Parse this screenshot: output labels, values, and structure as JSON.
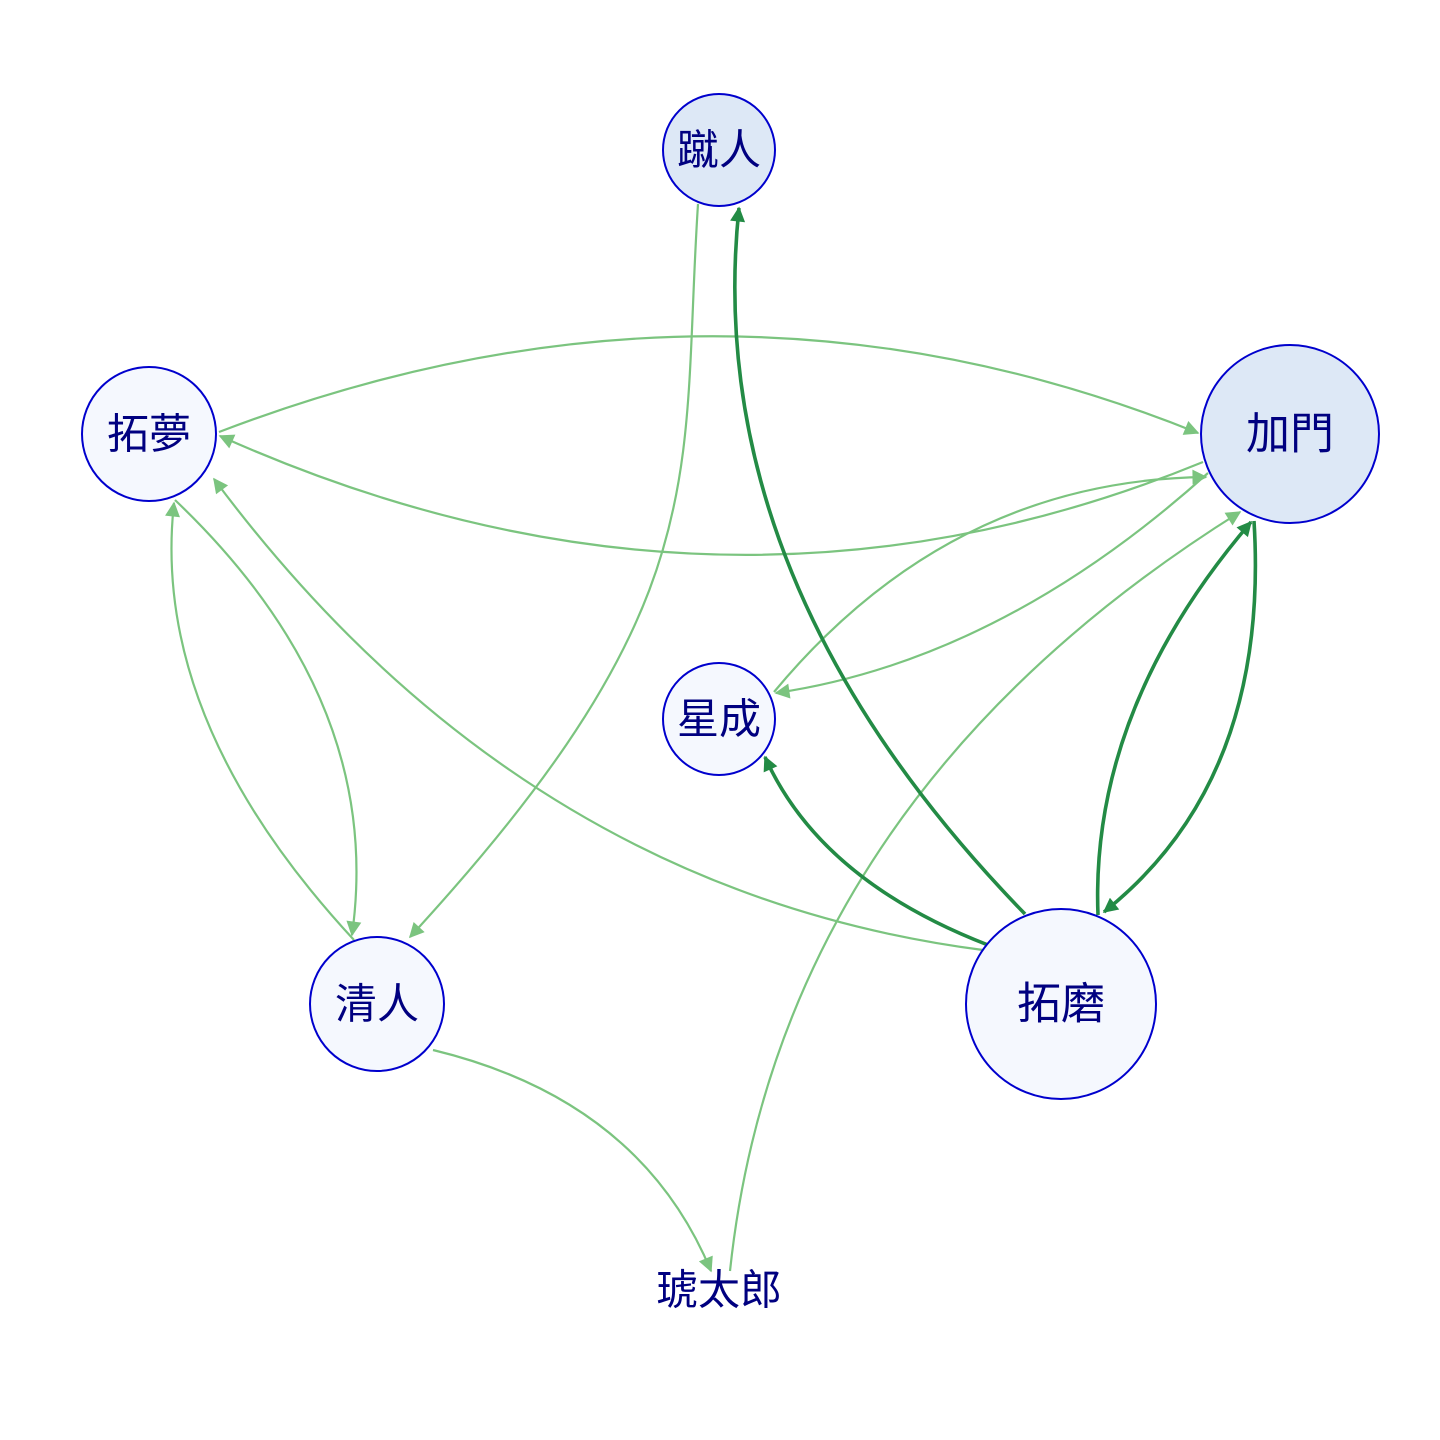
{
  "colors": {
    "edge_light": "#7bc47f",
    "edge_dark": "#238b45",
    "node_stroke": "#0000cd",
    "node_fill_light": "#f5f8fe",
    "node_fill_mid": "#dde8f6",
    "label": "#000080"
  },
  "nodes": [
    {
      "id": "shuto",
      "label": "蹴人"
    },
    {
      "id": "takumu",
      "label": "拓夢"
    },
    {
      "id": "kamon",
      "label": "加門"
    },
    {
      "id": "seisei",
      "label": "星成"
    },
    {
      "id": "kiyoto",
      "label": "清人"
    },
    {
      "id": "takuma",
      "label": "拓磨"
    },
    {
      "id": "kotaro",
      "label": "琥太郎"
    }
  ],
  "edges": [
    {
      "from": "takumu",
      "to": "kamon",
      "weight": "light"
    },
    {
      "from": "kamon",
      "to": "takumu",
      "weight": "light"
    },
    {
      "from": "shuto",
      "to": "kiyoto",
      "weight": "light"
    },
    {
      "from": "takumu",
      "to": "kiyoto",
      "weight": "light"
    },
    {
      "from": "kiyoto",
      "to": "takumu",
      "weight": "light"
    },
    {
      "from": "takuma",
      "to": "takumu",
      "weight": "light"
    },
    {
      "from": "kiyoto",
      "to": "kotaro",
      "weight": "light"
    },
    {
      "from": "kotaro",
      "to": "kamon",
      "weight": "light"
    },
    {
      "from": "kamon",
      "to": "seisei",
      "weight": "light"
    },
    {
      "from": "seisei",
      "to": "kamon",
      "weight": "light"
    },
    {
      "from": "takuma",
      "to": "shuto",
      "weight": "dark"
    },
    {
      "from": "takuma",
      "to": "seisei",
      "weight": "dark"
    },
    {
      "from": "takuma",
      "to": "kamon",
      "weight": "dark"
    },
    {
      "from": "kamon",
      "to": "takuma",
      "weight": "dark"
    }
  ]
}
